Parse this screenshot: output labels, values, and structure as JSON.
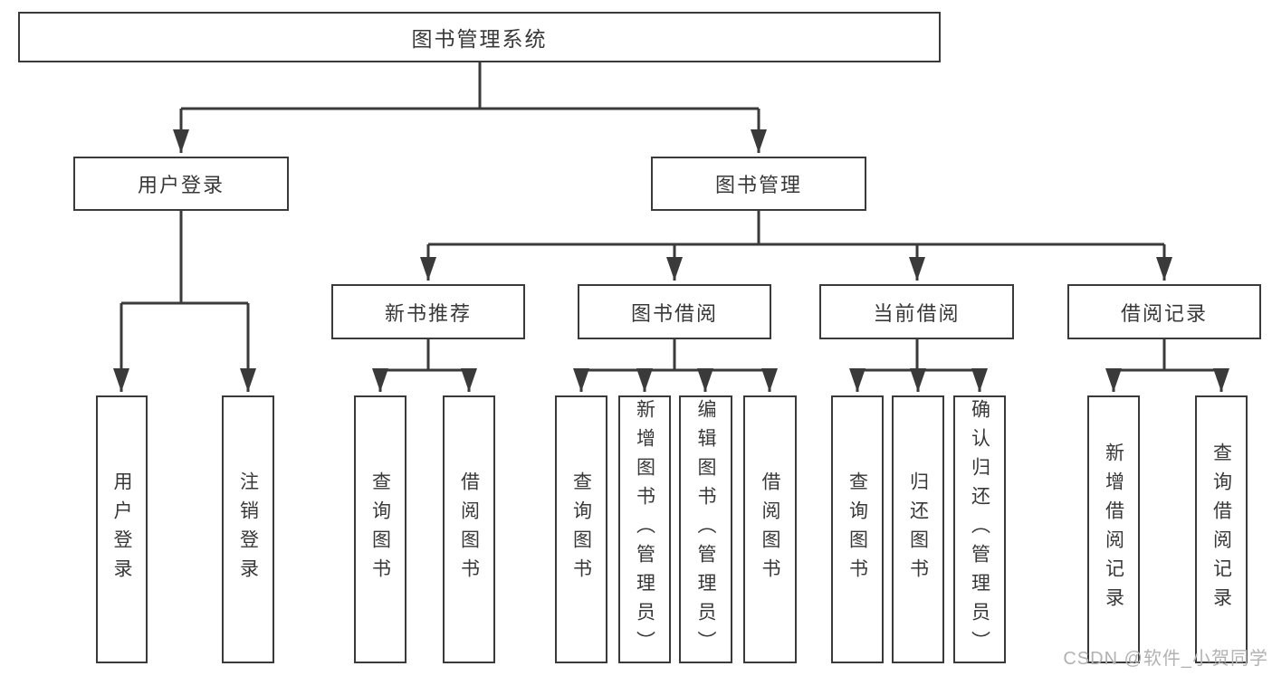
{
  "colors": {
    "line": "#3a3a3a",
    "text": "#383838",
    "watermark": "#b2b2b2",
    "background": "#ffffff"
  },
  "watermark": {
    "text": "CSDN @软件_小贺同学"
  },
  "tree": {
    "root": {
      "label": "图书管理系统"
    },
    "level2": [
      {
        "label": "用户登录",
        "children": [
          {
            "label": "用户登录"
          },
          {
            "label": "注销登录"
          }
        ]
      },
      {
        "label": "图书管理",
        "children": [
          {
            "label": "新书推荐",
            "children": [
              {
                "label": "查询图书"
              },
              {
                "label": "借阅图书"
              }
            ]
          },
          {
            "label": "图书借阅",
            "children": [
              {
                "label": "查询图书"
              },
              {
                "label": "新增图书（管理员）"
              },
              {
                "label": "编辑图书（管理员）"
              },
              {
                "label": "借阅图书"
              }
            ]
          },
          {
            "label": "当前借阅",
            "children": [
              {
                "label": "查询图书"
              },
              {
                "label": "归还图书"
              },
              {
                "label": "确认归还（管理员）"
              }
            ]
          },
          {
            "label": "借阅记录",
            "children": [
              {
                "label": "新增借阅记录"
              },
              {
                "label": "查询借阅记录"
              }
            ]
          }
        ]
      }
    ]
  }
}
